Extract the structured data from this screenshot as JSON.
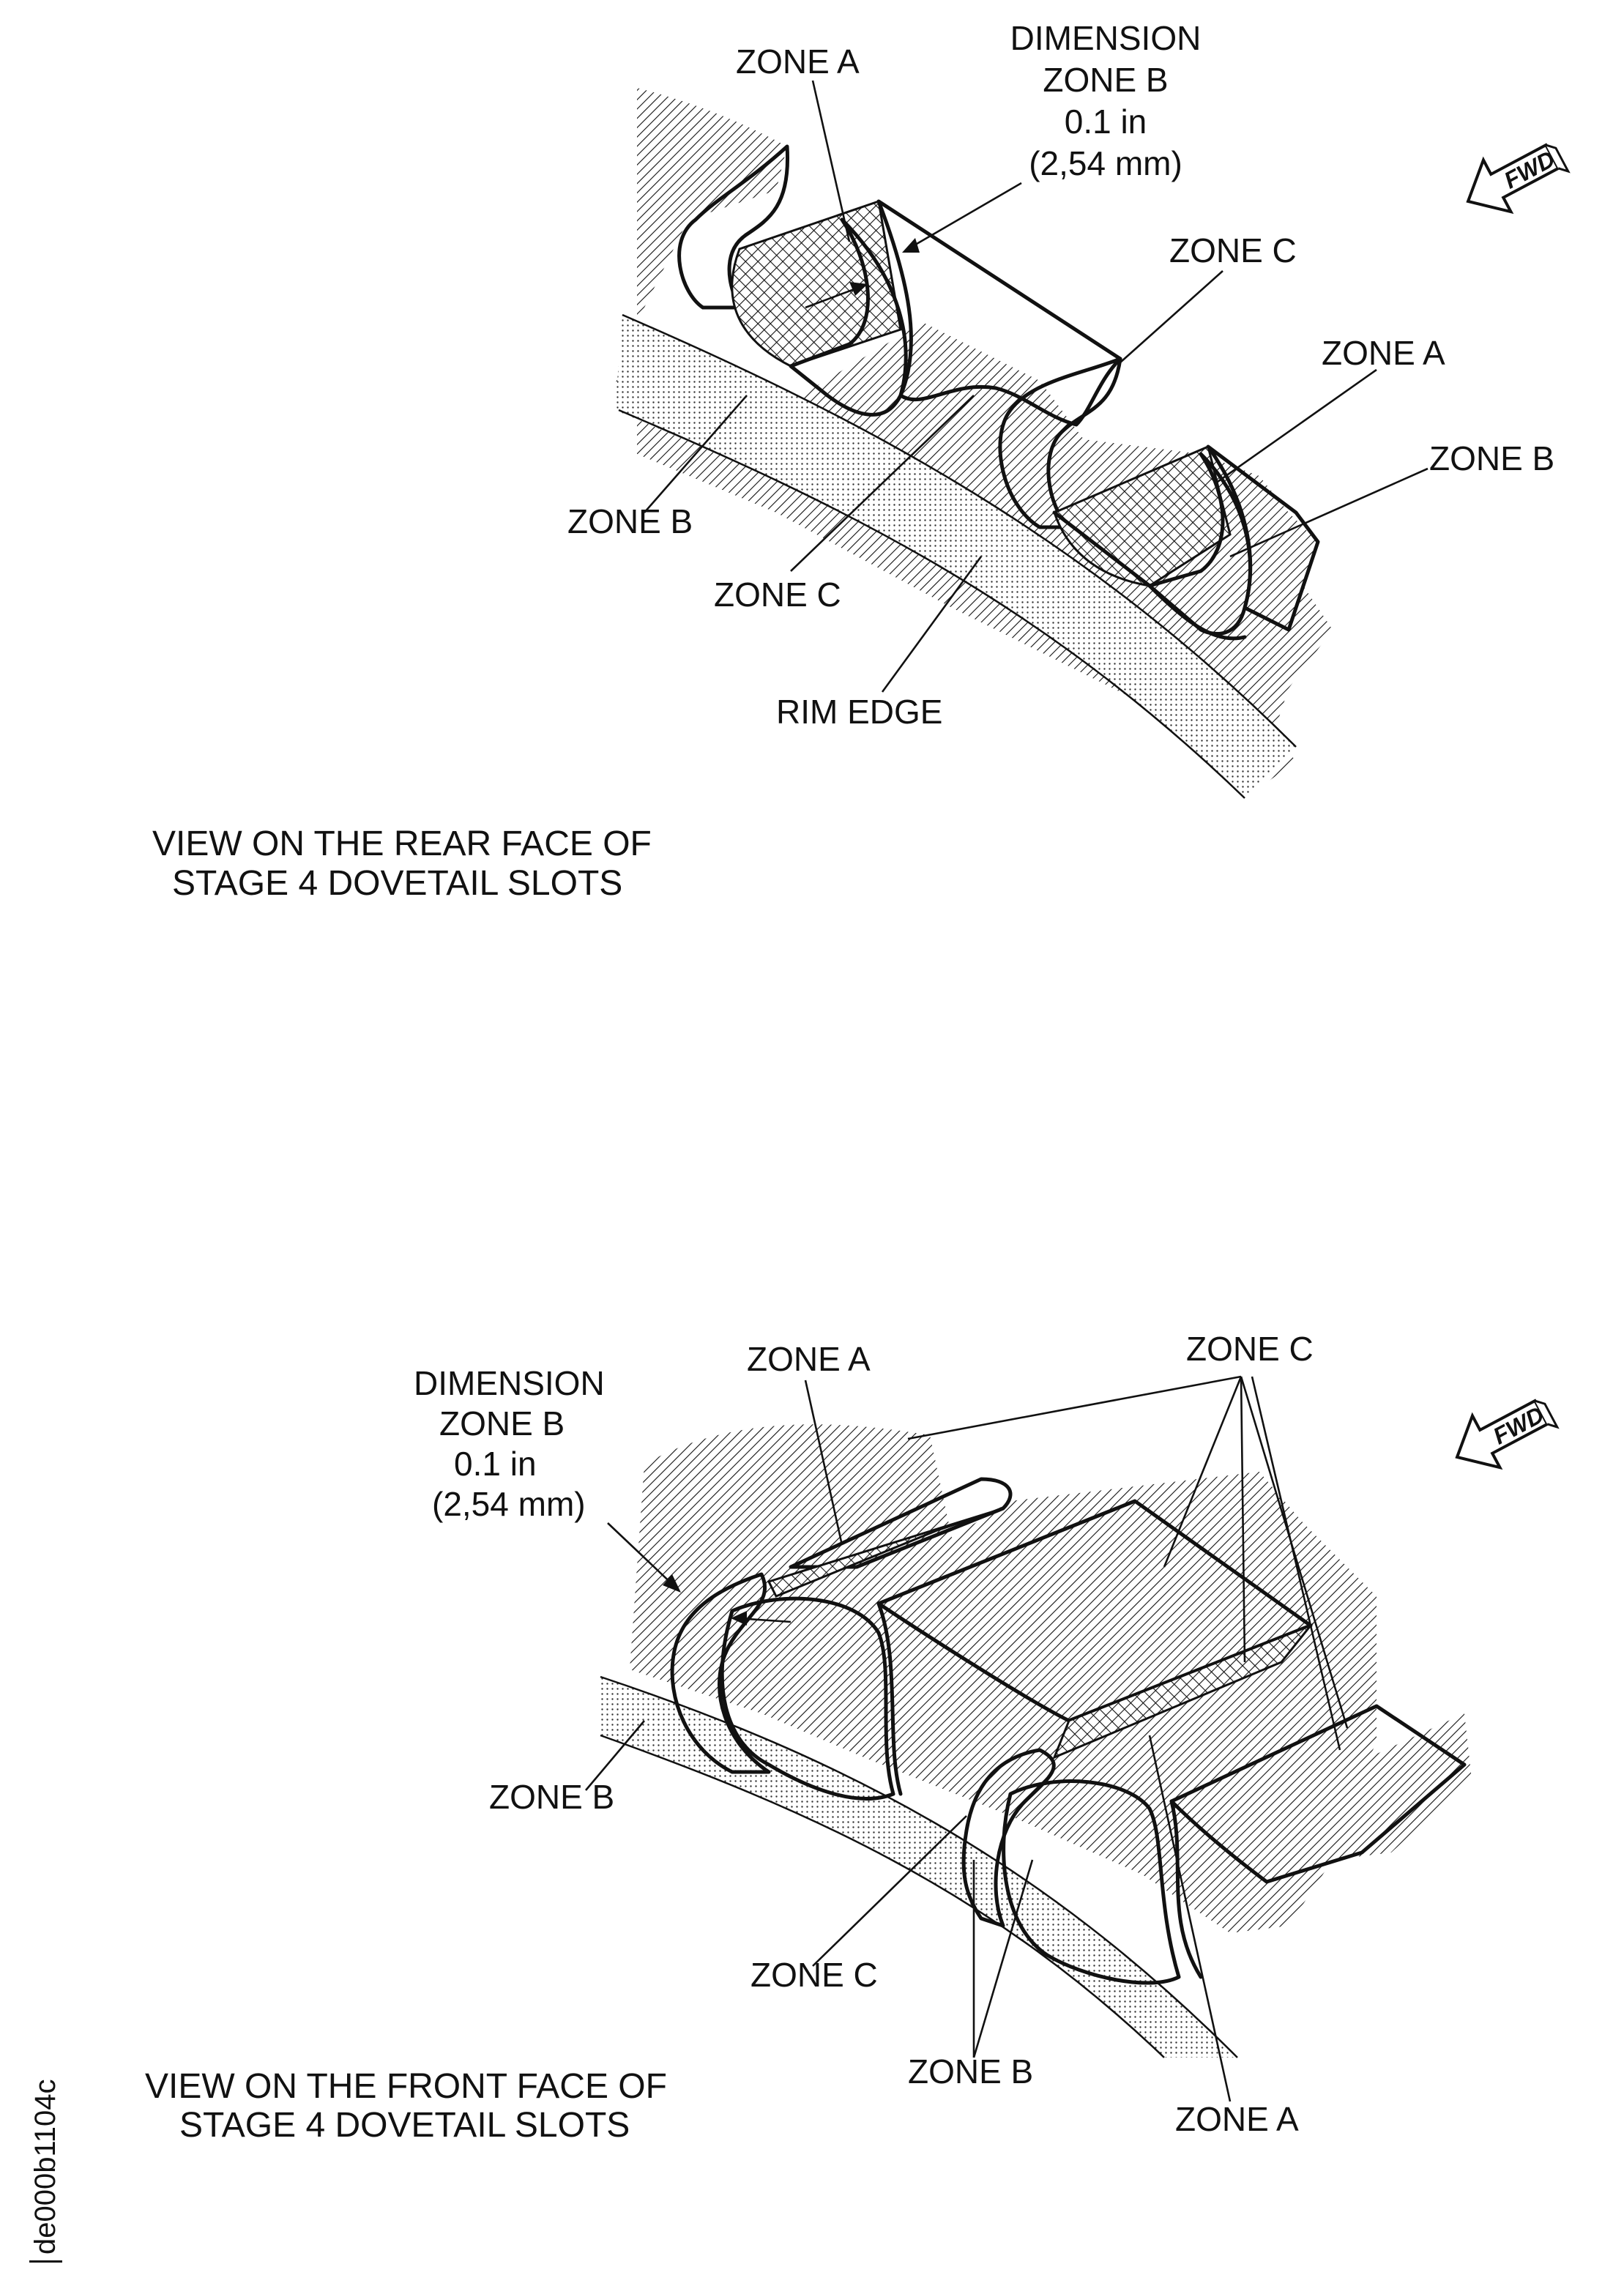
{
  "views": [
    {
      "caption_line1": "VIEW ON THE REAR FACE OF",
      "caption_line2": "STAGE 4 DOVETAIL SLOTS",
      "fwd": "FWD",
      "labels": {
        "dimension_line1": "DIMENSION",
        "dimension_line2": "ZONE B",
        "dimension_line3": "0.1 in",
        "dimension_line4": "(2,54 mm)",
        "zone_a_1": "ZONE A",
        "zone_a_2": "ZONE A",
        "zone_b_1": "ZONE B",
        "zone_b_2": "ZONE B",
        "zone_c_1": "ZONE C",
        "zone_c_2": "ZONE C",
        "rim_edge": "RIM EDGE"
      }
    },
    {
      "caption_line1": "VIEW ON THE FRONT FACE OF",
      "caption_line2": "STAGE 4 DOVETAIL SLOTS",
      "fwd": "FWD",
      "labels": {
        "dimension_line1": "DIMENSION",
        "dimension_line2": "ZONE B",
        "dimension_line3": "0.1 in",
        "dimension_line4": "(2,54 mm)",
        "zone_a_1": "ZONE A",
        "zone_a_2": "ZONE A",
        "zone_b_1": "ZONE B",
        "zone_b_2": "ZONE B",
        "zone_c_1": "ZONE C",
        "zone_c_2": "ZONE C"
      }
    }
  ],
  "document_id": "de000b1104c"
}
